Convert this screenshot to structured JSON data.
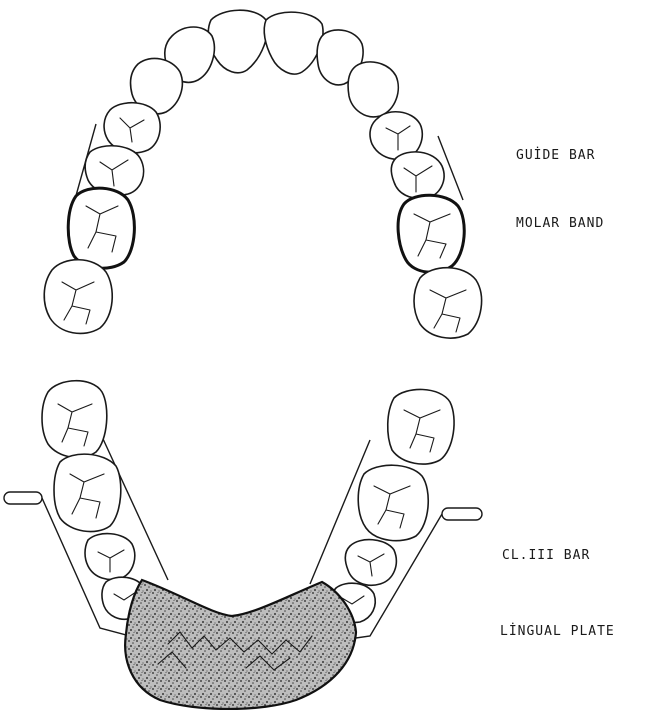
{
  "labels": {
    "guide_bar": "GUİDE BAR",
    "molar_band": "MOLAR BAND",
    "cl_iii_bar": "CL.III BAR",
    "lingual_plate": "LİNGUAL PLATE"
  },
  "colors": {
    "ink": "#1a1a1a",
    "plate_fill": "#8a8a8a",
    "background": "#ffffff"
  }
}
